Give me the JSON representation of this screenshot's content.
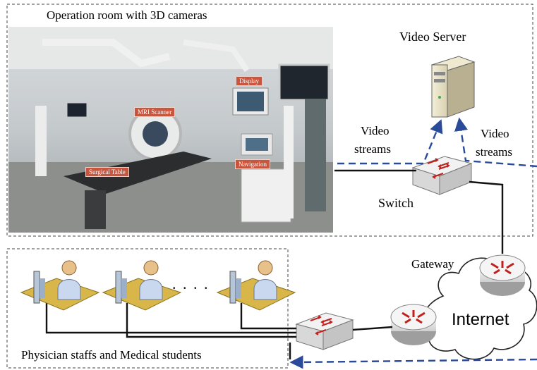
{
  "operation_room": {
    "title": "Operation room with 3D cameras",
    "equipment_labels": {
      "display": "Display",
      "mri": "MRI Scanner",
      "surgical_table": "Surgical Table",
      "navigation": "Navigation"
    }
  },
  "network": {
    "video_server": "Video Server",
    "video_streams_left": [
      "Video",
      "streams"
    ],
    "video_streams_right": [
      "Video",
      "streams"
    ],
    "switch": "Switch",
    "gateway": "Gateway",
    "internet": "Internet",
    "dots": ". . . ."
  },
  "remote": {
    "title": "Physician staffs and Medical students"
  },
  "colors": {
    "stream_arrow": "#2a4a9a",
    "router_red": "#c0201c",
    "desk": "#d8b64a",
    "person": "#c9d8ee"
  }
}
